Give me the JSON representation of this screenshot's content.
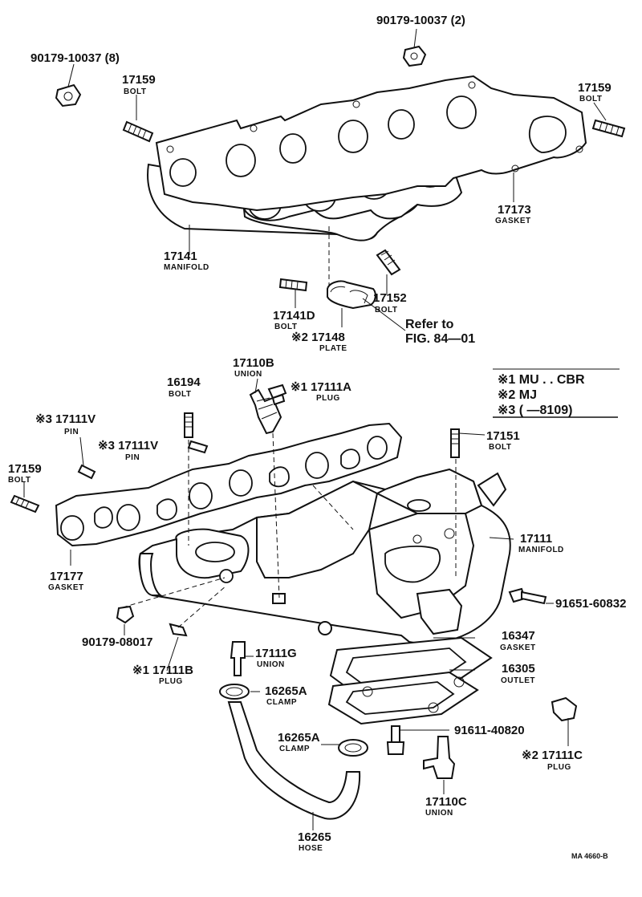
{
  "callouts": {
    "nut_top_right": {
      "num": "90179-10037 (2)"
    },
    "nut_top_left": {
      "num": "90179-10037 (8)"
    },
    "bolt_17159_a": {
      "num": "17159",
      "lbl": "BOLT"
    },
    "bolt_17159_b": {
      "num": "17159",
      "lbl": "BOLT"
    },
    "gasket_17173": {
      "num": "17173",
      "lbl": "GASKET"
    },
    "manifold_17141": {
      "num": "17141",
      "lbl": "MANIFOLD"
    },
    "bolt_17152": {
      "num": "17152",
      "lbl": "BOLT"
    },
    "bolt_17141d": {
      "num": "17141D",
      "lbl": "BOLT"
    },
    "plate_17148": {
      "num": "※2 17148",
      "lbl": "PLATE"
    },
    "refer": {
      "line1": "Refer to",
      "line2": "FIG. 84—01"
    },
    "union_17110b": {
      "num": "17110B",
      "lbl": "UNION"
    },
    "plug_17111a": {
      "num": "※1 17111A",
      "lbl": "PLUG"
    },
    "bolt_16194": {
      "num": "16194",
      "lbl": "BOLT"
    },
    "pin_17111v_a": {
      "num": "※3 17111V",
      "lbl": "PIN"
    },
    "pin_17111v_b": {
      "num": "※3 17111V",
      "lbl": "PIN"
    },
    "bolt_17159_c": {
      "num": "17159",
      "lbl": "BOLT"
    },
    "bolt_17151": {
      "num": "17151",
      "lbl": "BOLT"
    },
    "manifold_17111": {
      "num": "17111",
      "lbl": "MANIFOLD"
    },
    "gasket_17177": {
      "num": "17177",
      "lbl": "GASKET"
    },
    "bolt_91651": {
      "num": "91651-60832"
    },
    "nut_90179_08017": {
      "num": "90179-08017"
    },
    "gasket_16347": {
      "num": "16347",
      "lbl": "GASKET"
    },
    "plug_17111b": {
      "num": "※1 17111B",
      "lbl": "PLUG"
    },
    "union_17111g": {
      "num": "17111G",
      "lbl": "UNION"
    },
    "outlet_16305": {
      "num": "16305",
      "lbl": "OUTLET"
    },
    "clamp_16265a_a": {
      "num": "16265A",
      "lbl": "CLAMP"
    },
    "clamp_16265a_b": {
      "num": "16265A",
      "lbl": "CLAMP"
    },
    "bolt_91611": {
      "num": "91611-40820"
    },
    "plug_17111c": {
      "num": "※2 17111C",
      "lbl": "PLUG"
    },
    "union_17110c": {
      "num": "17110C",
      "lbl": "UNION"
    },
    "hose_16265": {
      "num": "16265",
      "lbl": "HOSE"
    }
  },
  "legend": {
    "items": [
      "※1 MU . . CBR",
      "※2 MJ",
      "※3 (        —8109)"
    ]
  },
  "figure_code": "MA  4660-B"
}
